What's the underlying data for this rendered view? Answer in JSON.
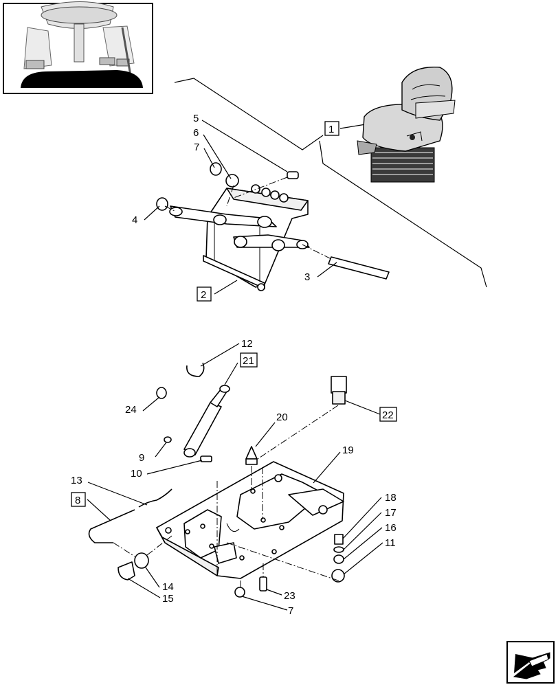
{
  "callouts": {
    "c1": "1",
    "c2": "2",
    "c3": "3",
    "c4": "4",
    "c5": "5",
    "c6": "6",
    "c7a": "7",
    "c8": "8",
    "c9": "9",
    "c10": "10",
    "c11": "11",
    "c12": "12",
    "c13": "13",
    "c14": "14",
    "c15": "15",
    "c16": "16",
    "c17": "17",
    "c18": "18",
    "c19": "19",
    "c20": "20",
    "c21": "21",
    "c22": "22",
    "c23": "23",
    "c24": "24",
    "c7b": "7"
  },
  "icons": {
    "thumbnail": "tractor-pedals-thumbnail",
    "seat": "tractor-seat-illustration",
    "nav": "next-page-arrow-icon"
  }
}
